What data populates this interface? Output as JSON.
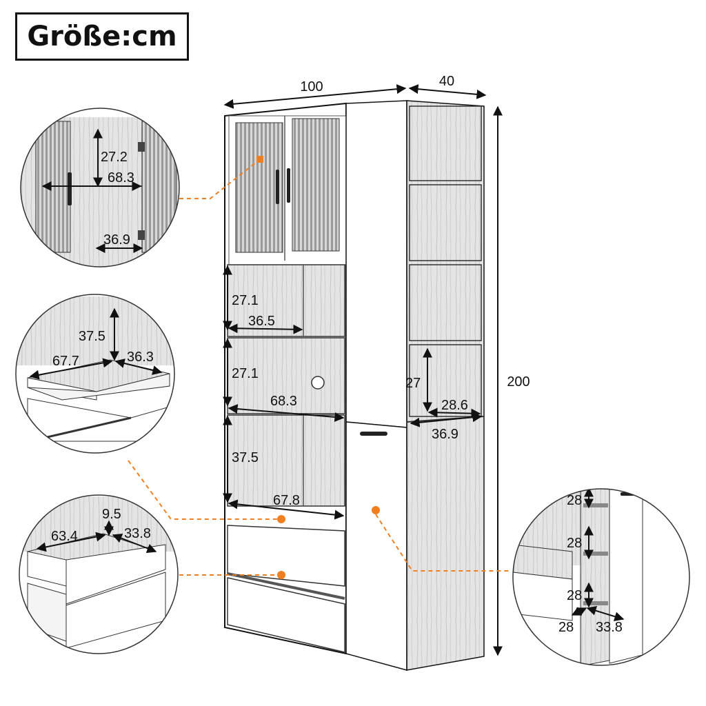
{
  "title": "Größe:cm",
  "dimensions": {
    "width": "100",
    "depth": "40",
    "height": "200"
  },
  "cabinet_labels": {
    "cubby_top_h": "27.1",
    "cubby_top_w": "36.5",
    "cubby_mid_h": "27.1",
    "cubby_mid_w": "68.3",
    "cubby_low_h": "37.5",
    "cubby_low_w": "67.8",
    "side_shelf_h": "27",
    "side_shelf_w": "28.6",
    "side_shelf_d": "36.9"
  },
  "detail_glass_doors": {
    "height": "27.2",
    "width": "68.3",
    "depth": "36.9"
  },
  "detail_pullout_shelf": {
    "height": "37.5",
    "width": "67.7",
    "depth": "36.3"
  },
  "detail_drawers": {
    "height": "9.5",
    "width": "63.4",
    "depth": "33.8"
  },
  "detail_pantry": {
    "shelf1": "28",
    "shelf2": "28",
    "shelf3": "28",
    "width": "28",
    "depth": "33.8"
  },
  "colors": {
    "accent": "#f07f22",
    "line": "#111111",
    "wood": "#dcdcdc",
    "glass": "#cfcfcf"
  }
}
